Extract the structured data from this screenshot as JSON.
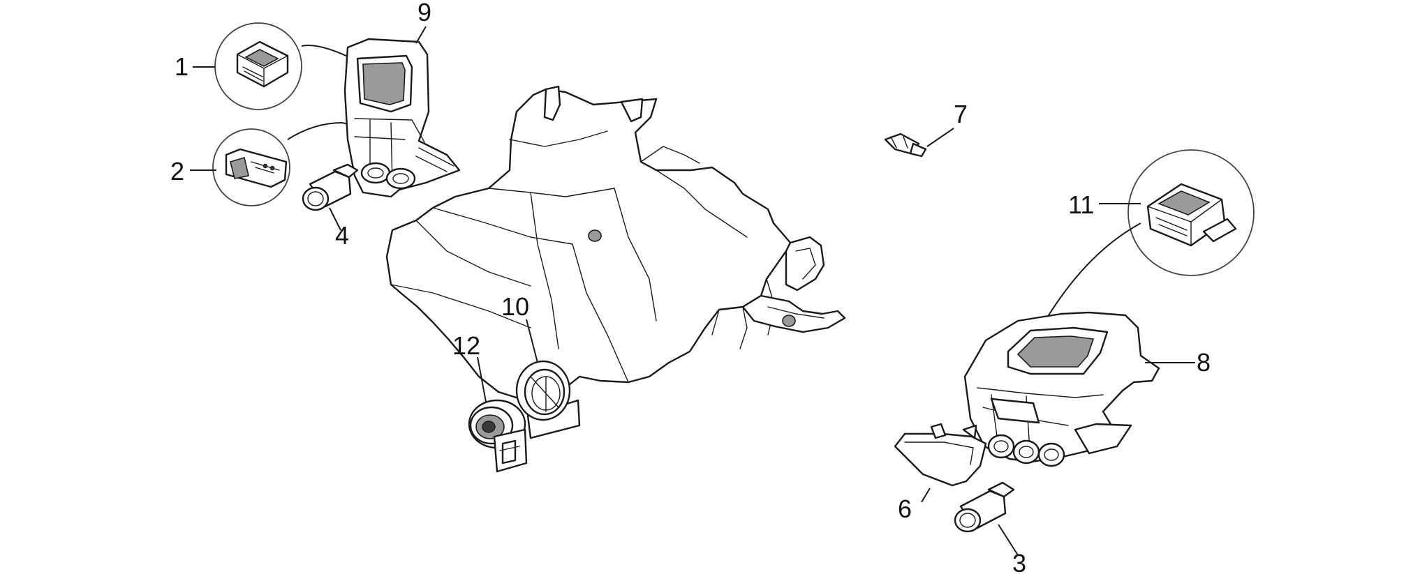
{
  "diagram": {
    "labels": {
      "l1": "1",
      "l2": "2",
      "l3": "3",
      "l4": "4",
      "l6": "6",
      "l7": "7",
      "l8": "8",
      "l9": "9",
      "l10": "10",
      "l11": "11",
      "l12": "12"
    }
  }
}
